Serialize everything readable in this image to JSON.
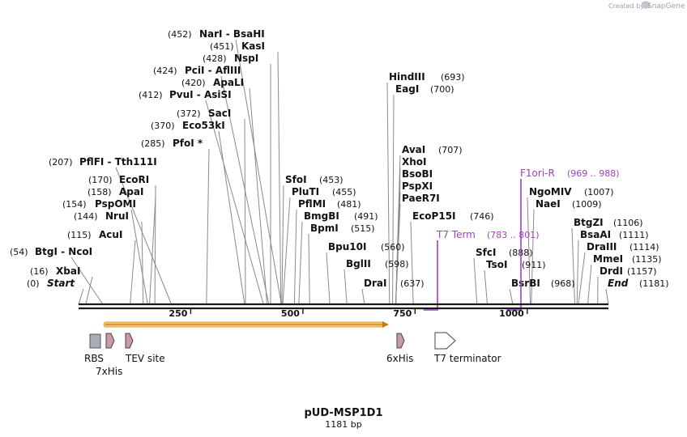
{
  "credit": {
    "created_by": "Created by",
    "brand": "SnapGene"
  },
  "title": "pUD-MSP1D1",
  "length_label": "1181 bp",
  "sequence_length": 1181,
  "ruler_ticks": [
    "250",
    "500",
    "750",
    "1000"
  ],
  "sites": [
    {
      "pos": "(0)",
      "name": "Start",
      "style": "italic",
      "cut": 0
    },
    {
      "pos": "(16)",
      "name": "XbaI",
      "cut": 16
    },
    {
      "pos": "(54)",
      "name": "BtgI  - NcoI",
      "cut": 54
    },
    {
      "pos": "(115)",
      "name": "AcuI",
      "cut": 115
    },
    {
      "pos": "(144)",
      "name": "NruI",
      "cut": 144
    },
    {
      "pos": "(154)",
      "name": "PspOMI",
      "cut": 154
    },
    {
      "pos": "(158)",
      "name": "ApaI",
      "cut": 158
    },
    {
      "pos": "(170)",
      "name": "EcoRI",
      "cut": 170
    },
    {
      "pos": "(207)",
      "name": "PflFI  - Tth111I",
      "cut": 207
    },
    {
      "pos": "(285)",
      "name": "PfoI *",
      "cut": 285
    },
    {
      "pos": "(370)",
      "name": "Eco53kI",
      "cut": 370
    },
    {
      "pos": "(372)",
      "name": "SacI",
      "cut": 372
    },
    {
      "pos": "(412)",
      "name": "PvuI  - AsiSI",
      "cut": 412
    },
    {
      "pos": "(420)",
      "name": "ApaLI",
      "cut": 420
    },
    {
      "pos": "(424)",
      "name": "PciI  - AflIII",
      "cut": 424
    },
    {
      "pos": "(428)",
      "name": "NspI",
      "cut": 428
    },
    {
      "pos": "(451)",
      "name": "KasI",
      "cut": 451
    },
    {
      "pos": "(452)",
      "name": "NarI  - BsaHI",
      "cut": 452
    },
    {
      "name": "SfoI",
      "pos": "(453)",
      "cut": 453
    },
    {
      "name": "PluTI",
      "pos": "(455)",
      "cut": 455
    },
    {
      "name": "PflMI",
      "pos": "(481)",
      "cut": 481
    },
    {
      "name": "BmgBI",
      "pos": "(491)",
      "cut": 491
    },
    {
      "name": "BpmI",
      "pos": "(515)",
      "cut": 515
    },
    {
      "name": "Bpu10I",
      "pos": "(560)",
      "cut": 560
    },
    {
      "name": "BglII",
      "pos": "(598)",
      "cut": 598
    },
    {
      "name": "DraI",
      "pos": "(637)",
      "cut": 637
    },
    {
      "name": "HindIII",
      "pos": "(693)",
      "cut": 693
    },
    {
      "name": "EagI",
      "pos": "(700)",
      "cut": 700
    },
    {
      "name": "AvaI",
      "pos": "(707)",
      "cut": 707
    },
    {
      "name": "XhoI",
      "cut": 707
    },
    {
      "name": "BsoBI",
      "cut": 707
    },
    {
      "name": "PspXI",
      "cut": 707
    },
    {
      "name": "PaeR7I",
      "cut": 707
    },
    {
      "name": "EcoP15I",
      "pos": "(746)",
      "cut": 746
    },
    {
      "name": "SfcI",
      "pos": "(888)",
      "cut": 888
    },
    {
      "name": "TsoI",
      "pos": "(911)",
      "cut": 911
    },
    {
      "name": "BsrBI",
      "pos": "(968)",
      "cut": 968
    },
    {
      "name": "NgoMIV",
      "pos": "(1007)",
      "cut": 1007
    },
    {
      "name": "NaeI",
      "pos": "(1009)",
      "cut": 1009
    },
    {
      "name": "BtgZI",
      "pos": "(1106)",
      "cut": 1106
    },
    {
      "name": "BsaAI",
      "pos": "(1111)",
      "cut": 1111
    },
    {
      "name": "DraIII",
      "pos": "(1114)",
      "cut": 1114
    },
    {
      "name": "MmeI",
      "pos": "(1135)",
      "cut": 1135
    },
    {
      "name": "DrdI",
      "pos": "(1157)",
      "cut": 1157
    },
    {
      "name": "End",
      "pos": "(1181)",
      "style": "italic",
      "cut": 1181
    }
  ],
  "primers": [
    {
      "name": "T7 Term",
      "range": "(783 .. 801)",
      "start": 783,
      "end": 801
    },
    {
      "name": "F1ori-R",
      "range": "(969 .. 988)",
      "start": 969,
      "end": 988
    }
  ],
  "features": [
    {
      "name": "RBS",
      "kind": "rbs"
    },
    {
      "name": "7xHis",
      "kind": "tag"
    },
    {
      "name": "TEV site",
      "kind": "tag"
    },
    {
      "name": "6xHis",
      "kind": "tag"
    },
    {
      "name": "T7 terminator",
      "kind": "terminator"
    }
  ],
  "colors": {
    "backbone": "#1a1a1a",
    "cut_line": "#8a8a8a",
    "primer": "#a040c8",
    "orf_fill": "#f0a428",
    "orf_edge": "#c47a12",
    "tag_fill": "#c99aa6",
    "rbs_fill": "#a6adb5"
  }
}
